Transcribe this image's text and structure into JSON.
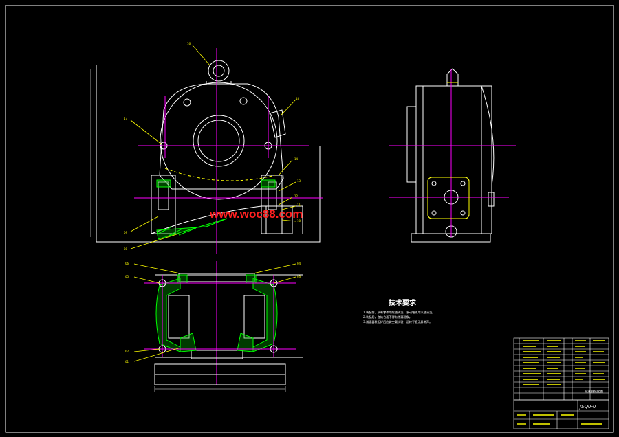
{
  "drawing": {
    "watermark": "www.woc88.com",
    "tech_requirements": {
      "title": "技术要求",
      "notes": [
        "1.装配前，所有零件用煤油清洗；滚动轴承用汽油清洗。",
        "2.装配后，各结合面不得有渗漏现象。",
        "3.减速器装配好后应做空载试验，运转平稳无异常声。"
      ]
    },
    "balloons": {
      "top_view": [
        "16",
        "17",
        "18",
        "14",
        "13",
        "12",
        "11",
        "10",
        "09",
        "08"
      ],
      "section_view": [
        "06",
        "05",
        "04",
        "03",
        "02",
        "01"
      ]
    },
    "title_block": {
      "drawing_name": "减速器装配图",
      "code": "JSQ0-0"
    },
    "colors": {
      "outline": "#ffffff",
      "centerline": "#ff00ff",
      "leader": "#ffff00",
      "hatch": "#00ff00",
      "watermark": "#ff2020",
      "dim": "#00ffff"
    }
  }
}
